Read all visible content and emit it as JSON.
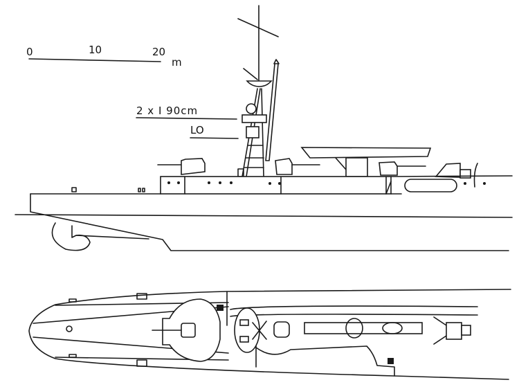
{
  "scale_bar": {
    "ticks": [
      "0",
      "10",
      "20"
    ],
    "unit": "m"
  },
  "annotations": [
    {
      "text": "2 x I 90cm"
    },
    {
      "text": "LO"
    }
  ],
  "views": [
    "side-elevation",
    "plan"
  ]
}
